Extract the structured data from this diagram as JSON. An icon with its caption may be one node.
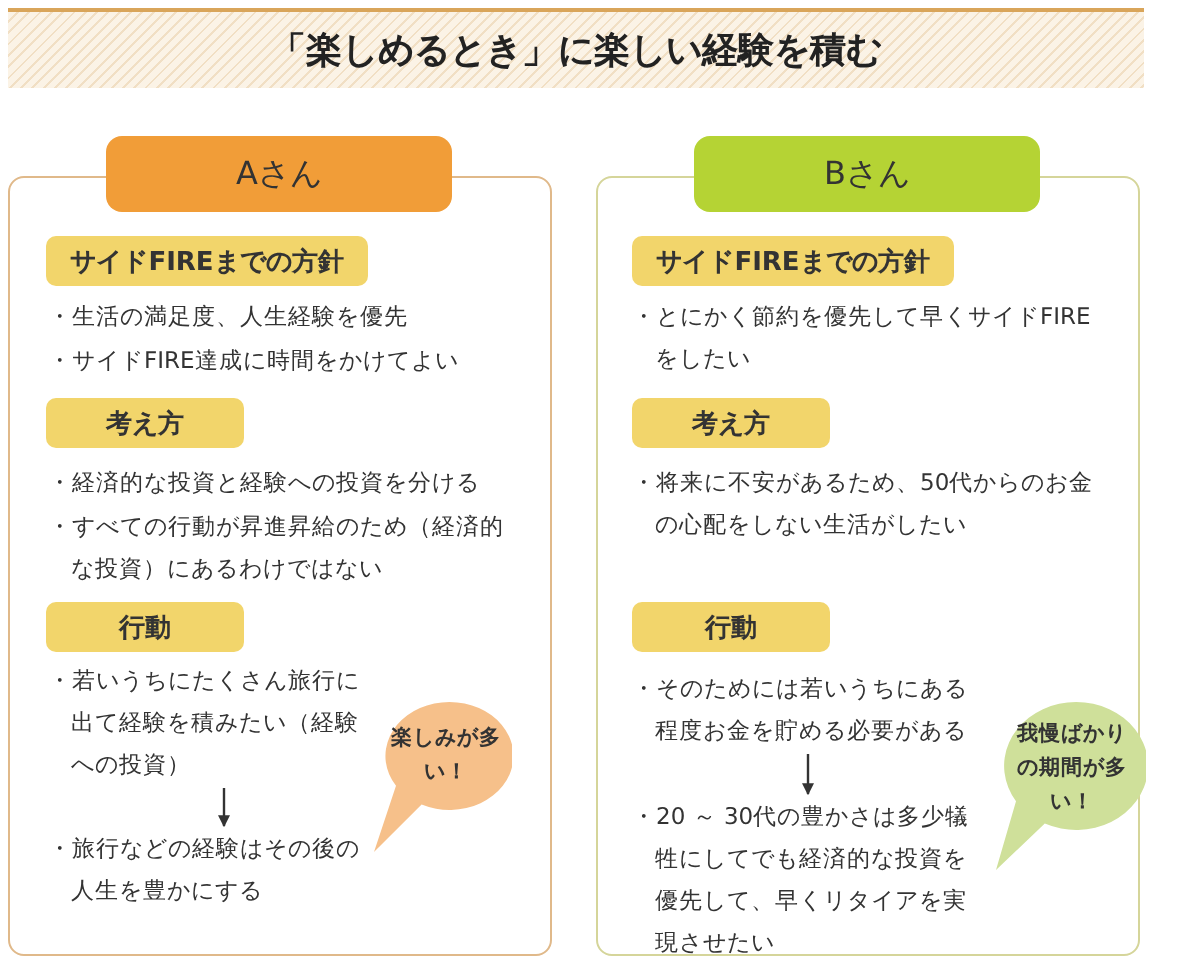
{
  "diagram": {
    "title": "「楽しめるとき」に楽しい経験を積む",
    "nodes": [
      {
        "text": [
          "Aさん"
        ]
      },
      {
        "text": [
          "サイドFIREまでの方針"
        ],
        "in": 0
      },
      {
        "text": [
          "・生活の満足度、人生経験を優先"
        ],
        "in": 0
      },
      {
        "text": [
          "・サイドFIRE達成に時間をかけてよい"
        ],
        "in": 0
      },
      {
        "text": [
          "考え方"
        ],
        "in": 0
      },
      {
        "text": [
          "・経済的な投資と経験への投資を分ける"
        ],
        "in": 0
      },
      {
        "text": [
          "・すべての行動が昇進昇給のため（経済的な投資）にあるわけではない"
        ],
        "in": 0
      },
      {
        "text": [
          "行動"
        ],
        "in": 0
      },
      {
        "text": [
          "・若いうちにたくさん旅行に出て経験を積みたい（経験への投資）"
        ],
        "in": 0
      },
      {
        "text": [
          "・旅行などの経験はその後の人生を豊かにする"
        ],
        "in": 0
      },
      {
        "text": [
          "楽しみが多い！"
        ],
        "in": 0
      },
      {
        "text": [
          "Bさん"
        ]
      },
      {
        "text": [
          "サイドFIREまでの方針"
        ],
        "in": 11
      },
      {
        "text": [
          "・とにかく節約を優先して早くサイドFIREをしたい"
        ],
        "in": 11
      },
      {
        "text": [
          "考え方"
        ],
        "in": 11
      },
      {
        "text": [
          "・将来に不安があるため、50代からのお金の心配をしない生活がしたい"
        ],
        "in": 11
      },
      {
        "text": [
          "行動"
        ],
        "in": 11
      },
      {
        "text": [
          "・そのためには若いうちにある程度お金を貯める必要がある"
        ],
        "in": 11
      },
      {
        "text": [
          "・20 ～ 30代の豊かさは多少犠牲にしてでも経済的な投資を優先して、早くリタイアを実現させたい"
        ],
        "in": 11
      },
      {
        "text": [
          "我慢ばかりの期間が多い！"
        ],
        "in": 11
      }
    ],
    "edges": [
      {
        "from": 8,
        "to": 9,
        "arrow": "to"
      },
      {
        "from": 17,
        "to": 18,
        "arrow": "to"
      }
    ]
  }
}
